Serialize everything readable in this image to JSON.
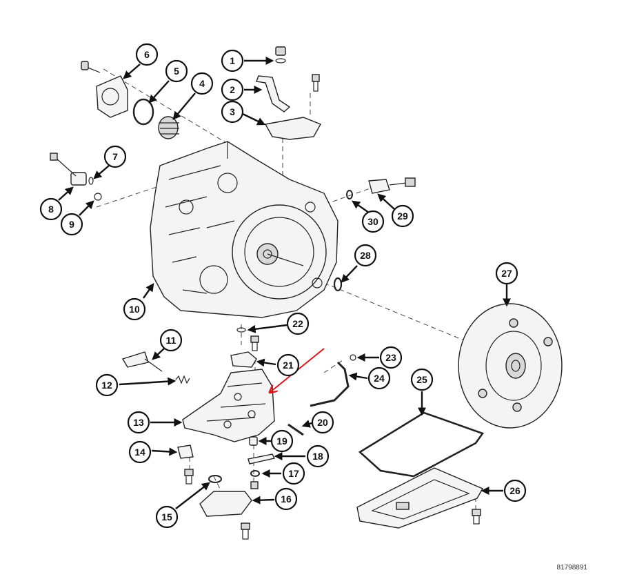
{
  "document_id": "81798891",
  "colors": {
    "line": "#111111",
    "highlight_arrow": "#e0151b",
    "background": "#ffffff"
  },
  "callouts": [
    "1",
    "2",
    "3",
    "4",
    "5",
    "6",
    "7",
    "8",
    "9",
    "10",
    "11",
    "12",
    "13",
    "14",
    "15",
    "16",
    "17",
    "18",
    "19",
    "20",
    "21",
    "22",
    "23",
    "24",
    "25",
    "26",
    "27",
    "28",
    "29",
    "30"
  ]
}
